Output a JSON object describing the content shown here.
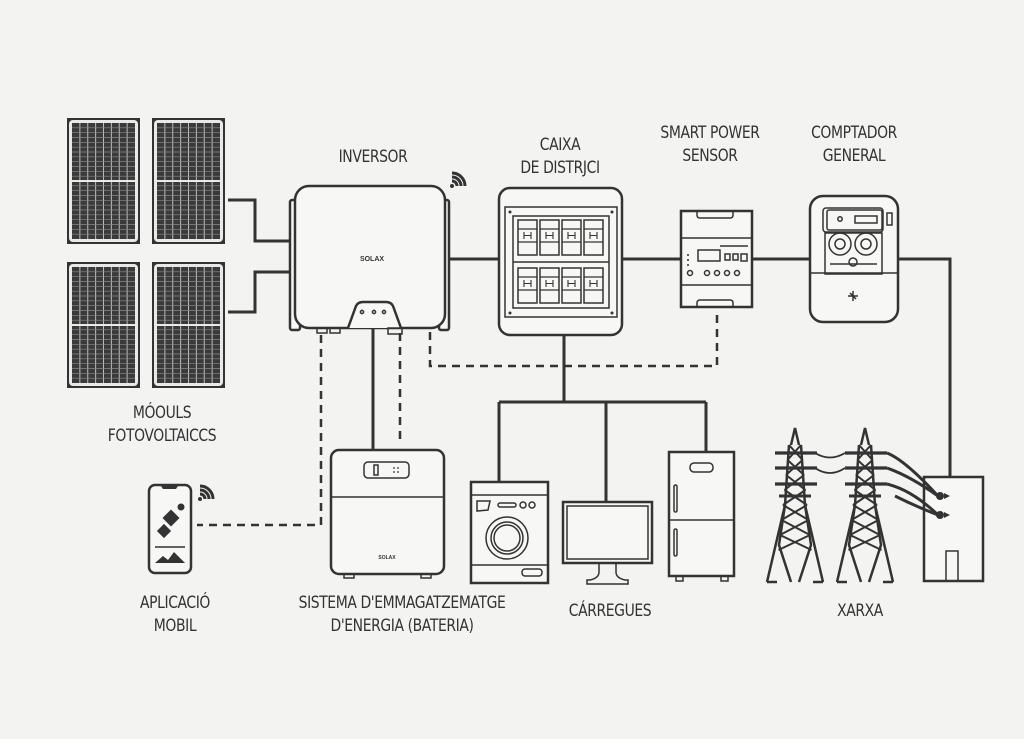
{
  "diagram": {
    "language": "Catalan",
    "labels": {
      "solar_modules": [
        "MÓOULS",
        "FOTOVOLTAICCS"
      ],
      "inverter": [
        "INVERSOR"
      ],
      "distribution_box": [
        "CAIXA",
        "DE DISTRJCI"
      ],
      "smart_power_sensor": [
        "SMART POWER",
        "SENSOR"
      ],
      "general_meter": [
        "COMPTADOR",
        "GENERAL"
      ],
      "mobile_app": [
        "APLICACIÓ",
        "MOBIL"
      ],
      "battery": [
        "SISTEMA D'EMMAGATZEMATGE",
        "D'ENERGIA (BATERIA)"
      ],
      "loads": [
        "CÁRREGUES"
      ],
      "grid": [
        "XARXA"
      ]
    },
    "brand_text": {
      "inverter": "SOLAX",
      "battery": "SOLAX"
    },
    "icons": {
      "solar_panel": "solar-panel-icon",
      "inverter": "inverter-icon",
      "wifi": "wifi-icon",
      "distribution_box": "breaker-panel-icon",
      "smart_sensor": "smart-meter-icon",
      "general_meter": "electricity-meter-icon",
      "phone": "smartphone-icon",
      "battery": "battery-storage-icon",
      "washing_machine": "washing-machine-icon",
      "tv": "monitor-icon",
      "fridge": "fridge-icon",
      "pylon": "power-pylon-icon",
      "grid_box": "grid-connection-box-icon"
    },
    "connections": [
      {
        "from": "solar_modules",
        "to": "inverter",
        "type": "power"
      },
      {
        "from": "inverter",
        "to": "distribution_box",
        "type": "power"
      },
      {
        "from": "distribution_box",
        "to": "smart_power_sensor",
        "type": "power"
      },
      {
        "from": "smart_power_sensor",
        "to": "general_meter",
        "type": "power"
      },
      {
        "from": "general_meter",
        "to": "grid",
        "type": "power"
      },
      {
        "from": "inverter",
        "to": "battery",
        "type": "power"
      },
      {
        "from": "distribution_box",
        "to": "loads",
        "type": "power"
      },
      {
        "from": "inverter",
        "to": "smart_power_sensor",
        "type": "communication"
      },
      {
        "from": "inverter",
        "to": "battery",
        "type": "communication"
      },
      {
        "from": "inverter",
        "to": "mobile_app",
        "type": "communication"
      }
    ]
  }
}
